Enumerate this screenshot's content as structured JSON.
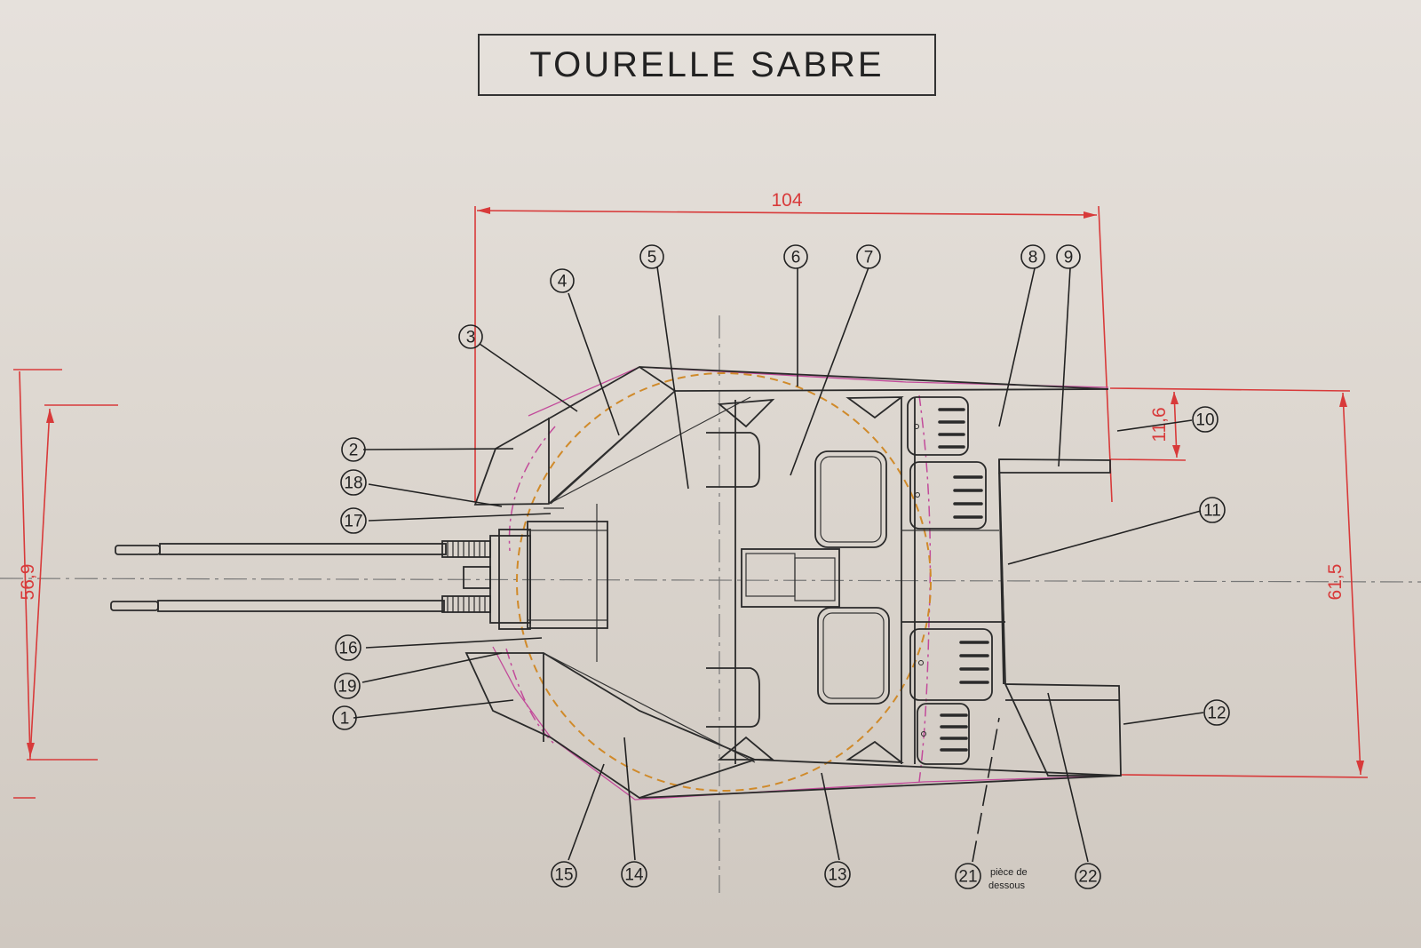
{
  "title": "TOURELLE SABRE",
  "dimensions": {
    "width": "104",
    "height_left": "56,9",
    "height_right": "61,5",
    "small_offset": "11,6"
  },
  "note": {
    "line1": "pièce de",
    "line2": "dessous"
  },
  "callouts": [
    "1",
    "2",
    "3",
    "4",
    "5",
    "6",
    "7",
    "8",
    "9",
    "10",
    "11",
    "12",
    "13",
    "14",
    "15",
    "16",
    "17",
    "18",
    "19",
    "21",
    "22"
  ],
  "colors": {
    "outline": "#2a2a2a",
    "dimension": "#d83a3a",
    "ring": "#d08a2a",
    "pink_dash": "#c24a9a"
  }
}
